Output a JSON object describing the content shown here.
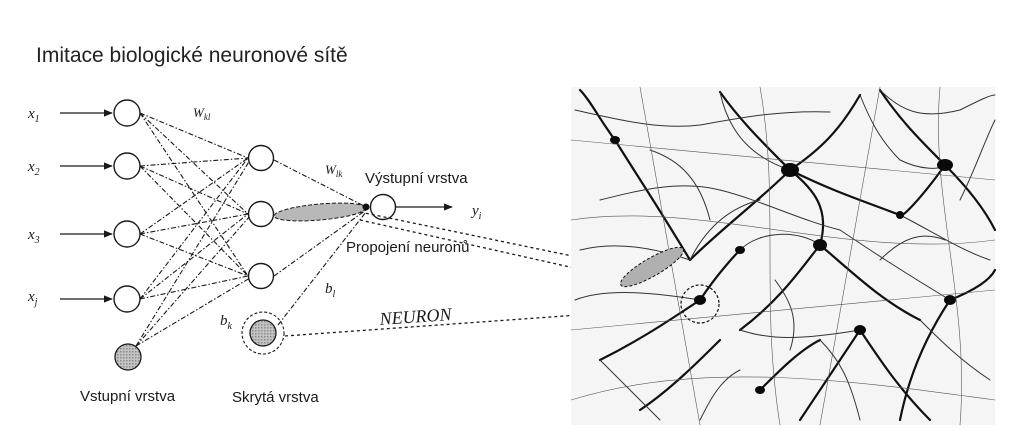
{
  "title": "Imitace biologické neuronové sítě",
  "inputs": {
    "x1": "x",
    "x1_sub": "1",
    "x2": "x",
    "x2_sub": "2",
    "x3": "x",
    "x3_sub": "3",
    "xj": "x",
    "xj_sub": "j"
  },
  "weights": {
    "wkl": "W",
    "wkl_sub": "kl",
    "wlk": "W",
    "wlk_sub": "lk"
  },
  "biases": {
    "bk": "b",
    "bk_sub": "k",
    "bl": "b",
    "bl_sub": "l"
  },
  "output": {
    "y": "y",
    "y_sub": "i"
  },
  "labels": {
    "input_layer": "Vstupní vrstva",
    "hidden_layer": "Skrytá vrstva",
    "output_layer": "Výstupní vrstva",
    "connection": "Propojení neuronů",
    "neuron": "NEURON"
  },
  "colors": {
    "line": "#1a1a1a",
    "highlight_fill": "#b8b8b8",
    "bias_fill": "#a9a9a9"
  },
  "photo": {
    "subject": "microscopy image of biological neurons (black dendrites on white)"
  }
}
